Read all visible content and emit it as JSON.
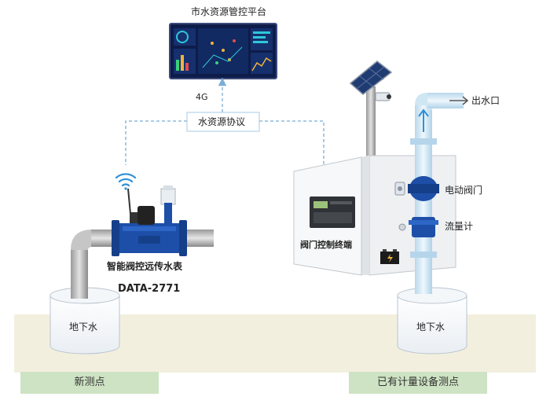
{
  "platform": {
    "title": "市水资源管控平台",
    "network": "4G"
  },
  "protocol": {
    "label": "水资源协议"
  },
  "left_site": {
    "meter_name": "智能阀控远传水表",
    "model": "DATA-2771",
    "well_label": "地下水",
    "footer": "新测点"
  },
  "right_site": {
    "outlet": "出水口",
    "valve": "电动阀门",
    "flowmeter": "流量计",
    "terminal": "阀门控制终端",
    "well_label": "地下水",
    "footer": "已有计量设备测点"
  },
  "colors": {
    "pipe_blue": "#1d4fa8",
    "pipe_light": "#c9e3f2",
    "dashed_line": "#7aaed6",
    "wifi": "#2f8fd8",
    "ground": "#f3efdf",
    "footer_bg": "#cde3c3",
    "screen_bg": "#0e1c4a"
  },
  "icons": [
    "wifi-icon",
    "solar-panel-icon",
    "camera-icon",
    "battery-icon",
    "arrow-up-icon",
    "arrow-right-icon"
  ]
}
